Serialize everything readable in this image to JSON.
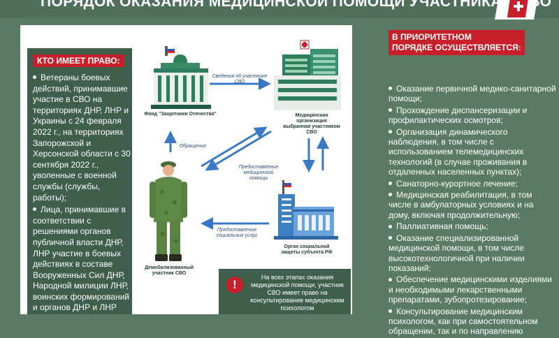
{
  "header": {
    "title": "ПОРЯДОК ОКАЗАНИЯ МЕДИЦИНСКОЙ ПОМОЩИ УЧАСТНИКАМ СВО"
  },
  "left": {
    "heading": "КТО ИМЕЕТ ПРАВО:",
    "items": [
      "Ветераны боевых действий, принимавшие участие в СВО на территориях ДНР, ЛНР и Украины с 24 февраля 2022 г., на территориях Запорожской и Херсонской области с 30 сентября 2022 г., уволенные с военной службы (службы, работы);",
      "Лица, принимавшие в соответствии с решениями органов публичной власти ДНР, ЛНР участие в боевых действиях в составе Вооруженных Сил ДНР, Народной милиции ЛНР, воинских формирований и органов ДНР и ЛНР"
    ]
  },
  "right": {
    "heading_line1": "В ПРИОРИТЕТНОМ",
    "heading_line2": "ПОРЯДКЕ ОСУЩЕСТВЛЯЕТСЯ:",
    "items": [
      "Оказание первичной медико-санитарной помощи;",
      "Прохождение диспансеризации и профилактических осмотров;",
      "Организация динамического наблюдения, в том числе с использованием телемедицинских технологий (в случае проживания в отдаленных населенных пунктах);",
      "Санаторно-курортное лечение;",
      "Медицинская реабилитация, в том числе в амбулаторных условиях и на дому, включая продолжительную;",
      "Паллиативная помощь;",
      "Оказание специализированной медицинской помощи, в том числе высокотехнологичной при наличии показаний;",
      "Обеспечение медицинскими изделиями и необходимыми лекарственными препаратами, зубопротезирование;",
      "Консультирование медицинским психологом, как при самостоятельном обращении, так и по направлению"
    ]
  },
  "diagram": {
    "fund_label": "Фонд \"Защитники Отечества\"",
    "medorg_label": "Медицинская организация выбранная участником СВО",
    "social_label": "Орган социальной защиты субъекта РФ",
    "soldier_label": "Демобилизованный участник СВО",
    "arrow_info": "Сведения об участнике СВО",
    "arrow_appeal": "Обращение",
    "arrow_medhelp": "Предоставление медицинской помощи",
    "arrow_social": "Предоставление социальных услуг"
  },
  "note": {
    "icon": "exclamation-icon",
    "text": "На всех этапах оказания медицинской помощи, участник СВО имеет право на консультирование медицинским психологом"
  },
  "colors": {
    "background": "#5b7a66",
    "panel_dark": "#3f5e4b",
    "accent_red": "#c8202a",
    "building_green": "#2e7d5c",
    "building_blue": "#3e7fc4",
    "arrow_blue": "#3a78c6"
  }
}
